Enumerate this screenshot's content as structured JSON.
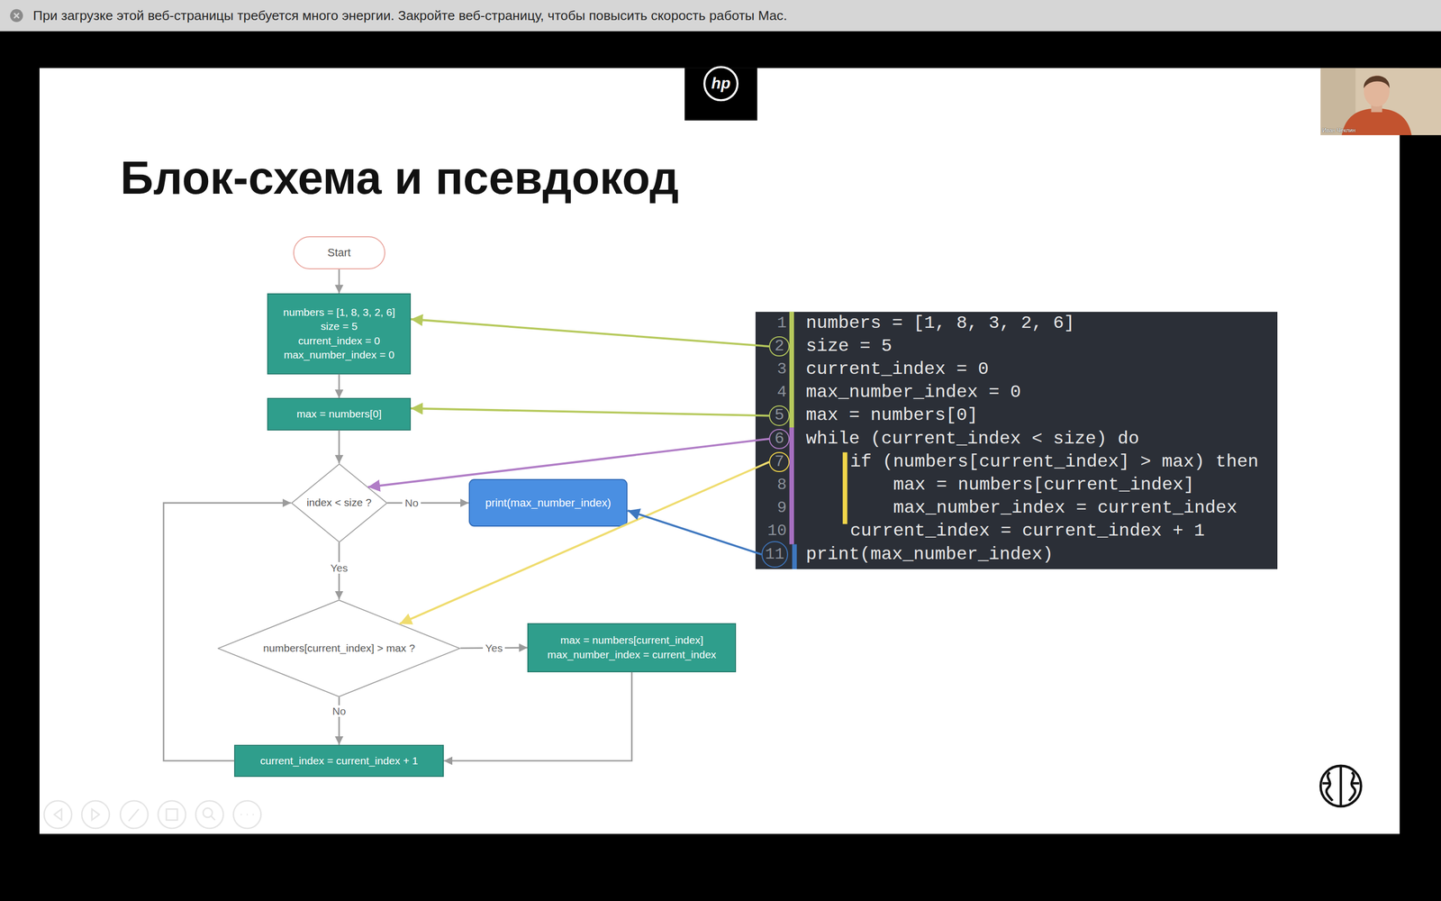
{
  "diagram": {
    "title": "Блок-схема и псевдокод",
    "nodes": [
      {
        "text": [
          "Start"
        ]
      },
      {
        "text": [
          "numbers = [1, 8, 3, 2, 6]",
          "size = 5",
          "current_index = 0",
          "max_number_index = 0"
        ]
      },
      {
        "text": [
          "max = numbers[0]"
        ]
      },
      {
        "text": [
          "numbers = [1, 8, 3, 2, 6]",
          "size = 5",
          "current_index = 0",
          "max_number_index = 0",
          "max = numbers[0]",
          "while (current_index < size) do",
          "if (numbers[current_index] > max) then",
          "max = numbers[current_index]",
          "max_number_index = current_index",
          "current_index = current_index + 1",
          "print(max_number_index)"
        ]
      },
      {
        "text": [
          "2"
        ],
        "in": 3
      },
      {
        "text": [
          "5"
        ],
        "in": 3
      },
      {
        "text": [
          "6"
        ],
        "in": 3
      },
      {
        "text": [
          "7"
        ],
        "in": 3
      },
      {
        "text": [
          "11"
        ],
        "in": 3
      },
      {
        "text": [
          "index < size ?"
        ]
      },
      {
        "text": [
          "print(max_number_index)"
        ]
      },
      {
        "text": [
          "numbers[current_index] > max ?"
        ]
      },
      {
        "text": [
          "max = numbers[current_index]",
          "max_number_index = current_index"
        ]
      },
      {
        "text": [
          "current_index = current_index + 1"
        ]
      }
    ],
    "edges": [
      {
        "from": 0,
        "to": 1,
        "arrow": "to"
      },
      {
        "from": 1,
        "to": 2,
        "arrow": "to"
      },
      {
        "from": 2,
        "to": 9,
        "arrow": "to"
      },
      {
        "from": 9,
        "to": 10,
        "label": "No",
        "arrow": "to"
      },
      {
        "from": 9,
        "to": 11,
        "label": "Yes",
        "arrow": "to"
      },
      {
        "from": 11,
        "to": 12,
        "label": "Yes",
        "arrow": "to"
      },
      {
        "from": 11,
        "to": 13,
        "label": "No",
        "arrow": "to"
      },
      {
        "from": 12,
        "to": 13,
        "arrow": "to"
      },
      {
        "from": 13,
        "to": 9,
        "arrow": "to"
      },
      {
        "from": 4,
        "to": 1,
        "arrow": "to"
      },
      {
        "from": 5,
        "to": 2,
        "arrow": "to"
      },
      {
        "from": 6,
        "to": 9,
        "arrow": "to"
      },
      {
        "from": 7,
        "to": 11,
        "arrow": "to"
      },
      {
        "from": 8,
        "to": 10,
        "arrow": "to"
      }
    ],
    "labels": [
      "При загрузке этой веб-страницы требуется много энергии. Закройте веб-страницу, чтобы повысить скорость работы Mac.",
      "hp",
      "Иван Чеклин",
      "1",
      "3",
      "4",
      "8",
      "9",
      "10"
    ]
  }
}
